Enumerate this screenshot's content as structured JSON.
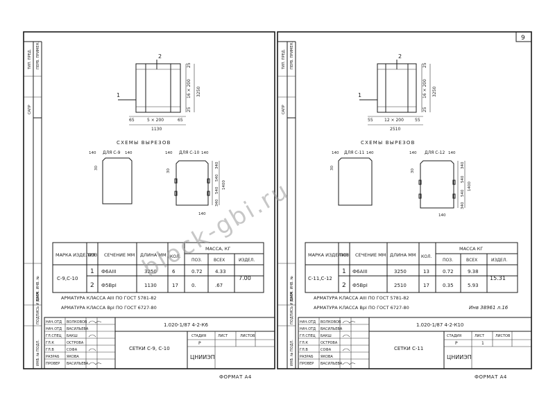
{
  "page_number": "9",
  "watermark": "block-gbi.ru",
  "left_sheet": {
    "dims": {
      "top": "2",
      "left": "1",
      "v_total": "3250",
      "v_spacing": "16 × 200",
      "v_end_top": "25",
      "v_end_bottom": "25",
      "h_spacing": "5 × 200",
      "h_end_left": "65",
      "h_end_right": "65",
      "h_total": "1130"
    },
    "cutouts_title": "СХЕМЫ  ВЫРЕЗОВ",
    "cut_a": {
      "label": "ДЛЯ С-9",
      "d140a": "140",
      "d140b": "140",
      "d30": "30"
    },
    "cut_b": {
      "label": "ДЛЯ С-10",
      "d140a": "140",
      "d140b": "140",
      "d30": "30",
      "r1": "340",
      "r2": "540",
      "r3": "1400",
      "r4": "540",
      "r5": "340",
      "bottom": "140"
    },
    "table": {
      "h_mark": "МАРКА ИЗДЕЛИЯ",
      "h_pos": "ПОЗ.",
      "h_section": "СЕЧЕНИЕ ММ",
      "h_length": "ДЛИНА ММ",
      "h_qty": "КОЛ.",
      "h_mass": "МАССА, КГ",
      "h_mass_pos": "ПОЗ.",
      "h_mass_all": "ВСЕХ",
      "h_mass_item": "ИЗДЕЛ.",
      "mark": "С-9,С-10",
      "rows": [
        {
          "pos": "1",
          "section": "Ф6АIII",
          "length": "3250",
          "qty": "6",
          "m_pos": "0.72",
          "m_all": "4.33"
        },
        {
          "pos": "2",
          "section": "Ф5ВрI",
          "length": "1130",
          "qty": "17",
          "m_pos": "0.",
          "m_all": ".67"
        }
      ],
      "m_item": "7.00"
    },
    "note1": "АРМАТУРА КЛАССА АIII  ПО ГОСТ 5781-82",
    "note2": "АРМАТУРА КЛАССА ВрI  ПО ГОСТ 6727-80",
    "doc_code": "1.020-1/87  4-2-К6",
    "title": "СЕТКИ С-9, С-10",
    "stage_label": "СТАДИЯ",
    "sheet_label": "ЛИСТ",
    "sheets_label": "ЛИСТОВ",
    "stage": "Р",
    "org": "ЦНИИЭП",
    "roles": [
      "НАЧ.ОТД",
      "НАЧ.ОТД",
      "ГЛ.СПЕЦ",
      "ГЛ.К",
      "ГЛ.В",
      "РАЗРАБ",
      "ПРОВЕР"
    ],
    "names": [
      "ВОЛКОВОВ",
      "ВАСИЛЬЕВА",
      "БАКШ",
      "ОСТРОВА",
      "СОФА",
      "ЯКОВА",
      "ВАСИЛЬЕВА"
    ],
    "footer": "ФОРМАТ  А4"
  },
  "right_sheet": {
    "dims": {
      "top": "2",
      "left": "1",
      "v_total": "3250",
      "v_spacing": "16 × 200",
      "v_end_top": "25",
      "v_end_bottom": "25",
      "h_spacing": "12 × 200",
      "h_end_left": "55",
      "h_end_right": "55",
      "h_total": "2510"
    },
    "cutouts_title": "СХЕМЫ  ВЫРЕЗОВ",
    "cut_a": {
      "label": "ДЛЯ С-11",
      "d140a": "140",
      "d140b": "140",
      "d30": "30"
    },
    "cut_b": {
      "label": "ДЛЯ С-12",
      "d140a": "140",
      "d140b": "140",
      "d30": "30",
      "r1": "340",
      "r2": "540",
      "r3": "1400",
      "r4": "540",
      "r5": "340",
      "bottom": "140"
    },
    "table": {
      "h_mark": "МАРКА ИЗДЕЛИЯ",
      "h_pos": "ПОЗ.",
      "h_section": "СЕЧЕНИЕ ММ",
      "h_length": "ДЛИНА ММ",
      "h_qty": "КОЛ.",
      "h_mass": "МАССА КГ",
      "h_mass_pos": "ПОЗ.",
      "h_mass_all": "ВСЕХ",
      "h_mass_item": "ИЗДЕЛ.",
      "mark": "С-11,С-12",
      "rows": [
        {
          "pos": "1",
          "section": "Ф6АIII",
          "length": "3250",
          "qty": "13",
          "m_pos": "0.72",
          "m_all": "9.38"
        },
        {
          "pos": "2",
          "section": "Ф5ВрI",
          "length": "2510",
          "qty": "17",
          "m_pos": "0.35",
          "m_all": "5.93"
        }
      ],
      "m_item": "15.31"
    },
    "note1": "АРМАТУРА КЛАССА АIII  ПО ГОСТ 5781-82",
    "note2": "АРМАТУРА КЛАССА ВрI  ПО ГОСТ 6727-80",
    "handwritten": "Инв 38961 л.16",
    "doc_code": "1.020-1/87  4-2-К10",
    "title": "СЕТКИ С-11",
    "stage_label": "СТАДИЯ",
    "sheet_label": "ЛИСТ",
    "sheets_label": "ЛИСТОВ",
    "stage": "Р",
    "sheet": "1",
    "org": "ЦНИИЭП",
    "roles": [
      "НАЧ.ОТД",
      "НАЧ.ОТД",
      "ГЛ.СПЕЦ",
      "ГЛ.К",
      "ГЛ.В",
      "РАЗРАБ",
      "ПРОВЕР"
    ],
    "names": [
      "ВОЛКОВОВ",
      "ВАСИЛЬЕВА",
      "БАКШ",
      "ОСТРОВА",
      "СОФА",
      "ЯКОВА",
      "ВАСИЛЬЕВА"
    ],
    "footer": "ФОРМАТ  А4"
  },
  "side_labels": [
    "ИНВ. № ПОДЛ.",
    "ПОДПИСЬ И ДАТА",
    "ВЗАМ. ИНВ. №",
    "САПР",
    "ТИП. ПРЕД.",
    "ПЕРВ. ПРИМЕН."
  ]
}
